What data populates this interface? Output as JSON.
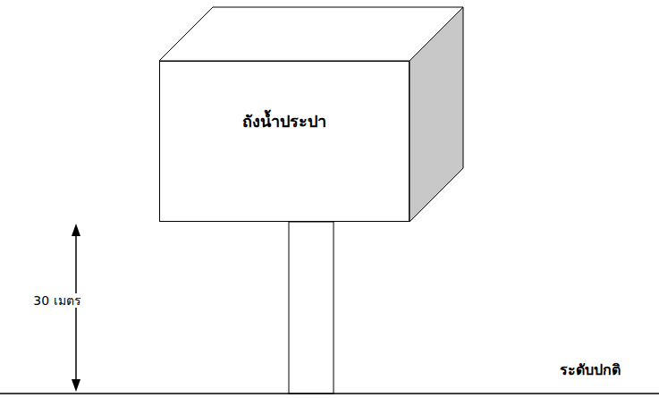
{
  "diagram": {
    "nodes": [
      {
        "text": [
          "ถังน้ำประปา"
        ]
      }
    ],
    "labels": [
      "30 เมตร",
      "ระดับปกติ"
    ]
  }
}
